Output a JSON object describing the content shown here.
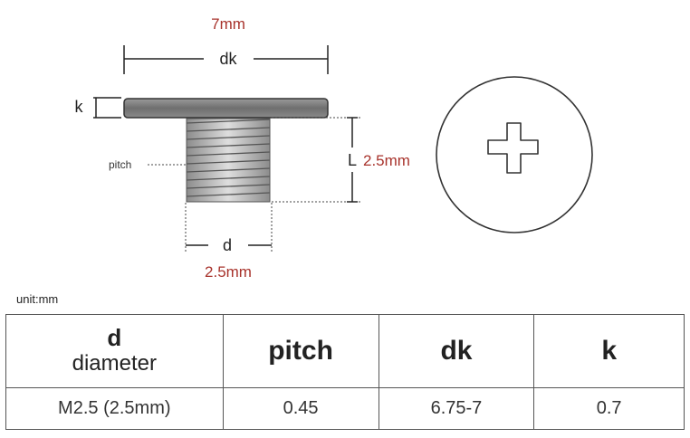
{
  "diagram": {
    "head_width_value": "7mm",
    "head_width_symbol": "dk",
    "head_height_symbol": "k",
    "thread_length_symbol": "L",
    "thread_length_value": "2.5mm",
    "pitch_label": "pitch",
    "diameter_symbol": "d",
    "diameter_value": "2.5mm"
  },
  "unit_label": "unit:mm",
  "table": {
    "headers": [
      {
        "main": "d",
        "sub": "diameter"
      },
      {
        "main": "pitch"
      },
      {
        "main": "dk"
      },
      {
        "main": "k"
      }
    ],
    "rows": [
      [
        "M2.5 (2.5mm)",
        "0.45",
        "6.75-7",
        "0.7"
      ]
    ]
  }
}
